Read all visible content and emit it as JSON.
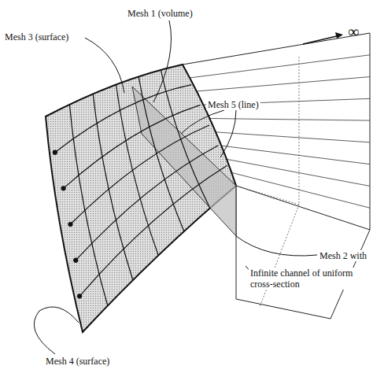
{
  "diagram": {
    "labels": [
      "Mesh 1 (volume)",
      "Mesh 3 (surface)",
      "Mesh 5 (line)",
      "∞",
      "Mesh 2 with",
      "Infinite channel of uniform cross-section",
      "Mesh 4 (surface)"
    ]
  }
}
